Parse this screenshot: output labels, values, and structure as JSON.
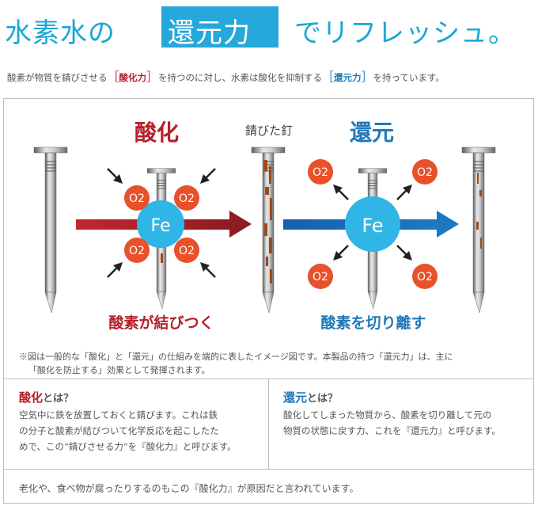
{
  "headline": {
    "part1": "水素水の",
    "highlight": "還元力",
    "part2": "でリフレッシュ。"
  },
  "intro": {
    "text1": "酸素が物質を錆びさせる",
    "bracket_open": "［",
    "kw_red": "酸化力",
    "bracket_close": "］",
    "text2": "を持つのに対し、水素は酸化を抑制する",
    "kw_blue": "還元力",
    "text3": "を持っています。"
  },
  "diagram": {
    "oxidation_title": "酸化",
    "reduction_title": "還元",
    "rusty_nail_label": "錆びた釘",
    "iron_label": "Fe",
    "oxygen_label": "O2",
    "oxidation_caption": "酸素が結びつく",
    "reduction_caption": "酸素を切り離す",
    "colors": {
      "red": "#b51f2a",
      "blue": "#1f79b9",
      "iron": "#2fb6e6",
      "oxygen": "#e8512a",
      "rust": "#9b4a1c"
    }
  },
  "note": {
    "line1": "※図は一般的な「酸化」と「還元」の仕組みを端的に表したイメージ図です。本製品の持つ「還元力」は、主に",
    "line2": "「酸化を防止する」効果として発揮されます。"
  },
  "oxidation_box": {
    "keyword": "酸化",
    "suffix": "とは？",
    "lines": [
      "空気中に鉄を放置しておくと錆びます。これは鉄",
      "の分子と酸素が結びついて化学反応を起こしたた",
      "めで、この“錆びさせる力”を『酸化力』と呼びます。"
    ]
  },
  "reduction_box": {
    "keyword": "還元",
    "suffix": "とは？",
    "lines": [
      "酸化してしまった物質から、酸素を切り離して元の",
      "物質の状態に戻す力、これを『還元力』と呼びます。"
    ]
  },
  "footer": {
    "text": "老化や、食べ物が腐ったりするのもこの『酸化力』が原因だと言われています。"
  }
}
